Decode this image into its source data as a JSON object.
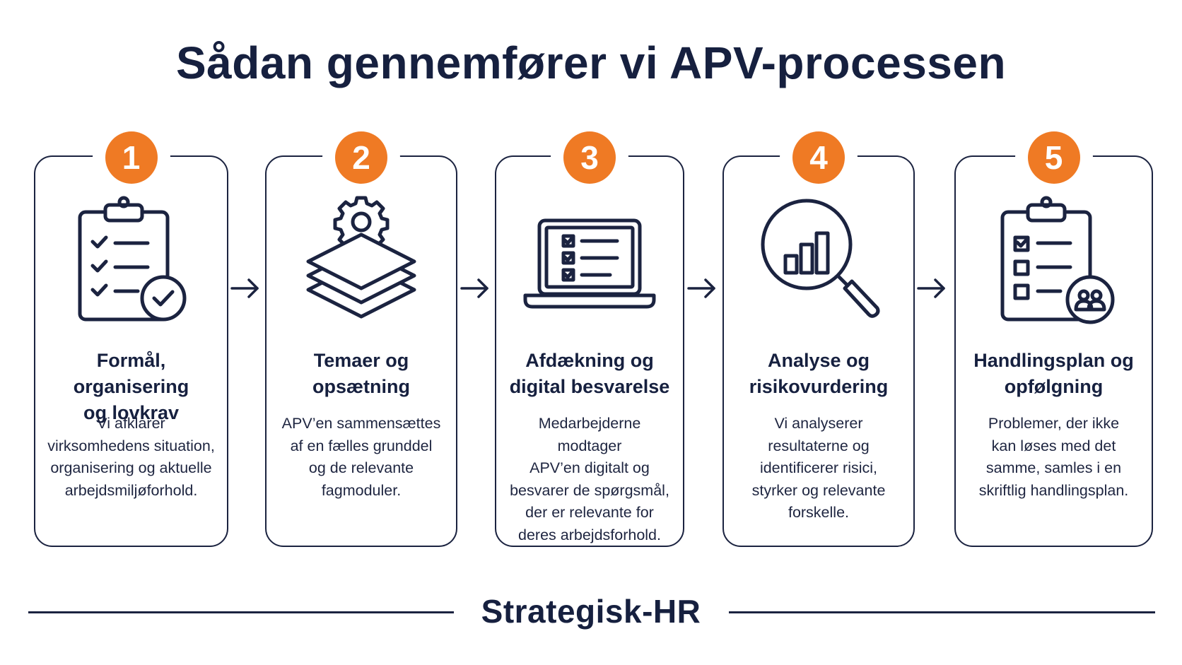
{
  "title": "Sådan gennemfører vi APV-processen",
  "steps": [
    {
      "number": "1",
      "icon": "clipboard-check-icon",
      "title": "Formål, organisering\nog lovkrav",
      "text": "Vi afklarer\nvirksomhedens situation,\norganisering og aktuelle\narbejdsmiljøforhold."
    },
    {
      "number": "2",
      "icon": "gear-layers-icon",
      "title": "Temaer og\nopsætning",
      "text": "APV’en sammensættes\naf en fælles grunddel\nog de relevante\nfagmoduler."
    },
    {
      "number": "3",
      "icon": "laptop-checklist-icon",
      "title": "Afdækning og\ndigital besvarelse",
      "text": "Medarbejderne modtager\nAPV’en digitalt og\nbesvarer de spørgsmål,\nder er relevante for\nderes arbejdsforhold."
    },
    {
      "number": "4",
      "icon": "magnifier-chart-icon",
      "title": "Analyse og\nrisikovurdering",
      "text": "Vi analyserer\nresultaterne og\nidentificerer risici,\nstyrker og relevante\nforskelle."
    },
    {
      "number": "5",
      "icon": "clipboard-people-icon",
      "title": "Handlingsplan og\nopfølgning",
      "text": "Problemer, der ikke\nkan løses med det\nsamme, samles i en\nskriftlig handlingsplan."
    }
  ],
  "footer": "Strategisk-HR",
  "colors": {
    "accent": "#ef7a24",
    "navy": "#1b2340",
    "background": "#ffffff"
  }
}
